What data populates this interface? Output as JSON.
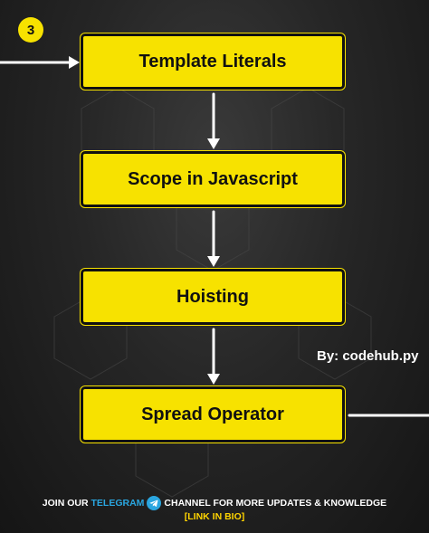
{
  "badge": "3",
  "steps": [
    "Template Literals",
    "Scope in Javascript",
    "Hoisting",
    "Spread Operator"
  ],
  "byline": "By: codehub.py",
  "footer": {
    "join": "JOIN OUR",
    "telegram": "TELEGRAM",
    "rest": "CHANNEL FOR MORE UPDATES & KNOWLEDGE",
    "link": "[LINK IN BIO]"
  },
  "colors": {
    "accent": "#f7e200",
    "telegram": "#2aa6e0",
    "link": "#ffd400"
  },
  "icons": [
    "telegram-icon",
    "arrow-down-icon",
    "arrow-right-icon"
  ]
}
